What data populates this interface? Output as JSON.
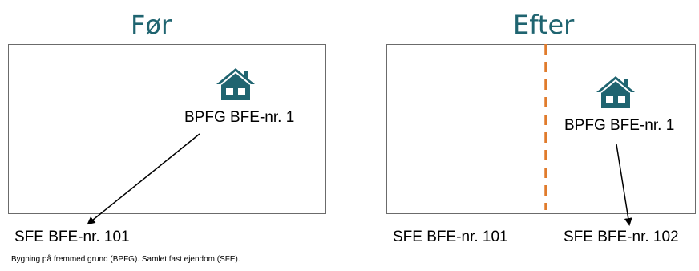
{
  "before": {
    "heading": "Før",
    "building_label": "BPFG BFE-nr. 1",
    "parcel_label": "SFE BFE-nr. 101"
  },
  "after": {
    "heading": "Efter",
    "building_label": "BPFG BFE-nr. 1",
    "parcel_labels": [
      "SFE BFE-nr. 101",
      "SFE BFE-nr. 102"
    ]
  },
  "footnote": "Bygning på fremmed grund (BPFG). Samlet fast ejendom (SFE).",
  "colors": {
    "heading": "#1f6470",
    "house": "#1f6470",
    "divider": "#e07b2c",
    "border": "#6b6b6b",
    "arrow": "#000000"
  },
  "icons": {
    "building": "house-icon"
  }
}
